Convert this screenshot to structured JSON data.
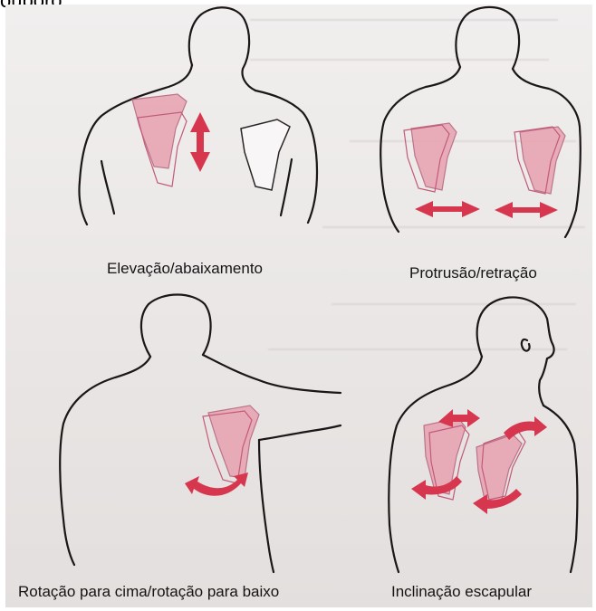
{
  "corner_text": "ouporo",
  "captions": {
    "top_left": "Elevação/abaixamento",
    "top_right": "Protrusão/retração",
    "bottom_left": "Rotação para cima/rotação para baixo",
    "bottom_right": "Inclinação escapular"
  },
  "colors": {
    "scapula_fill": "#e8a2b1",
    "arrow": "#d6374f",
    "outline": "#1b1718"
  }
}
